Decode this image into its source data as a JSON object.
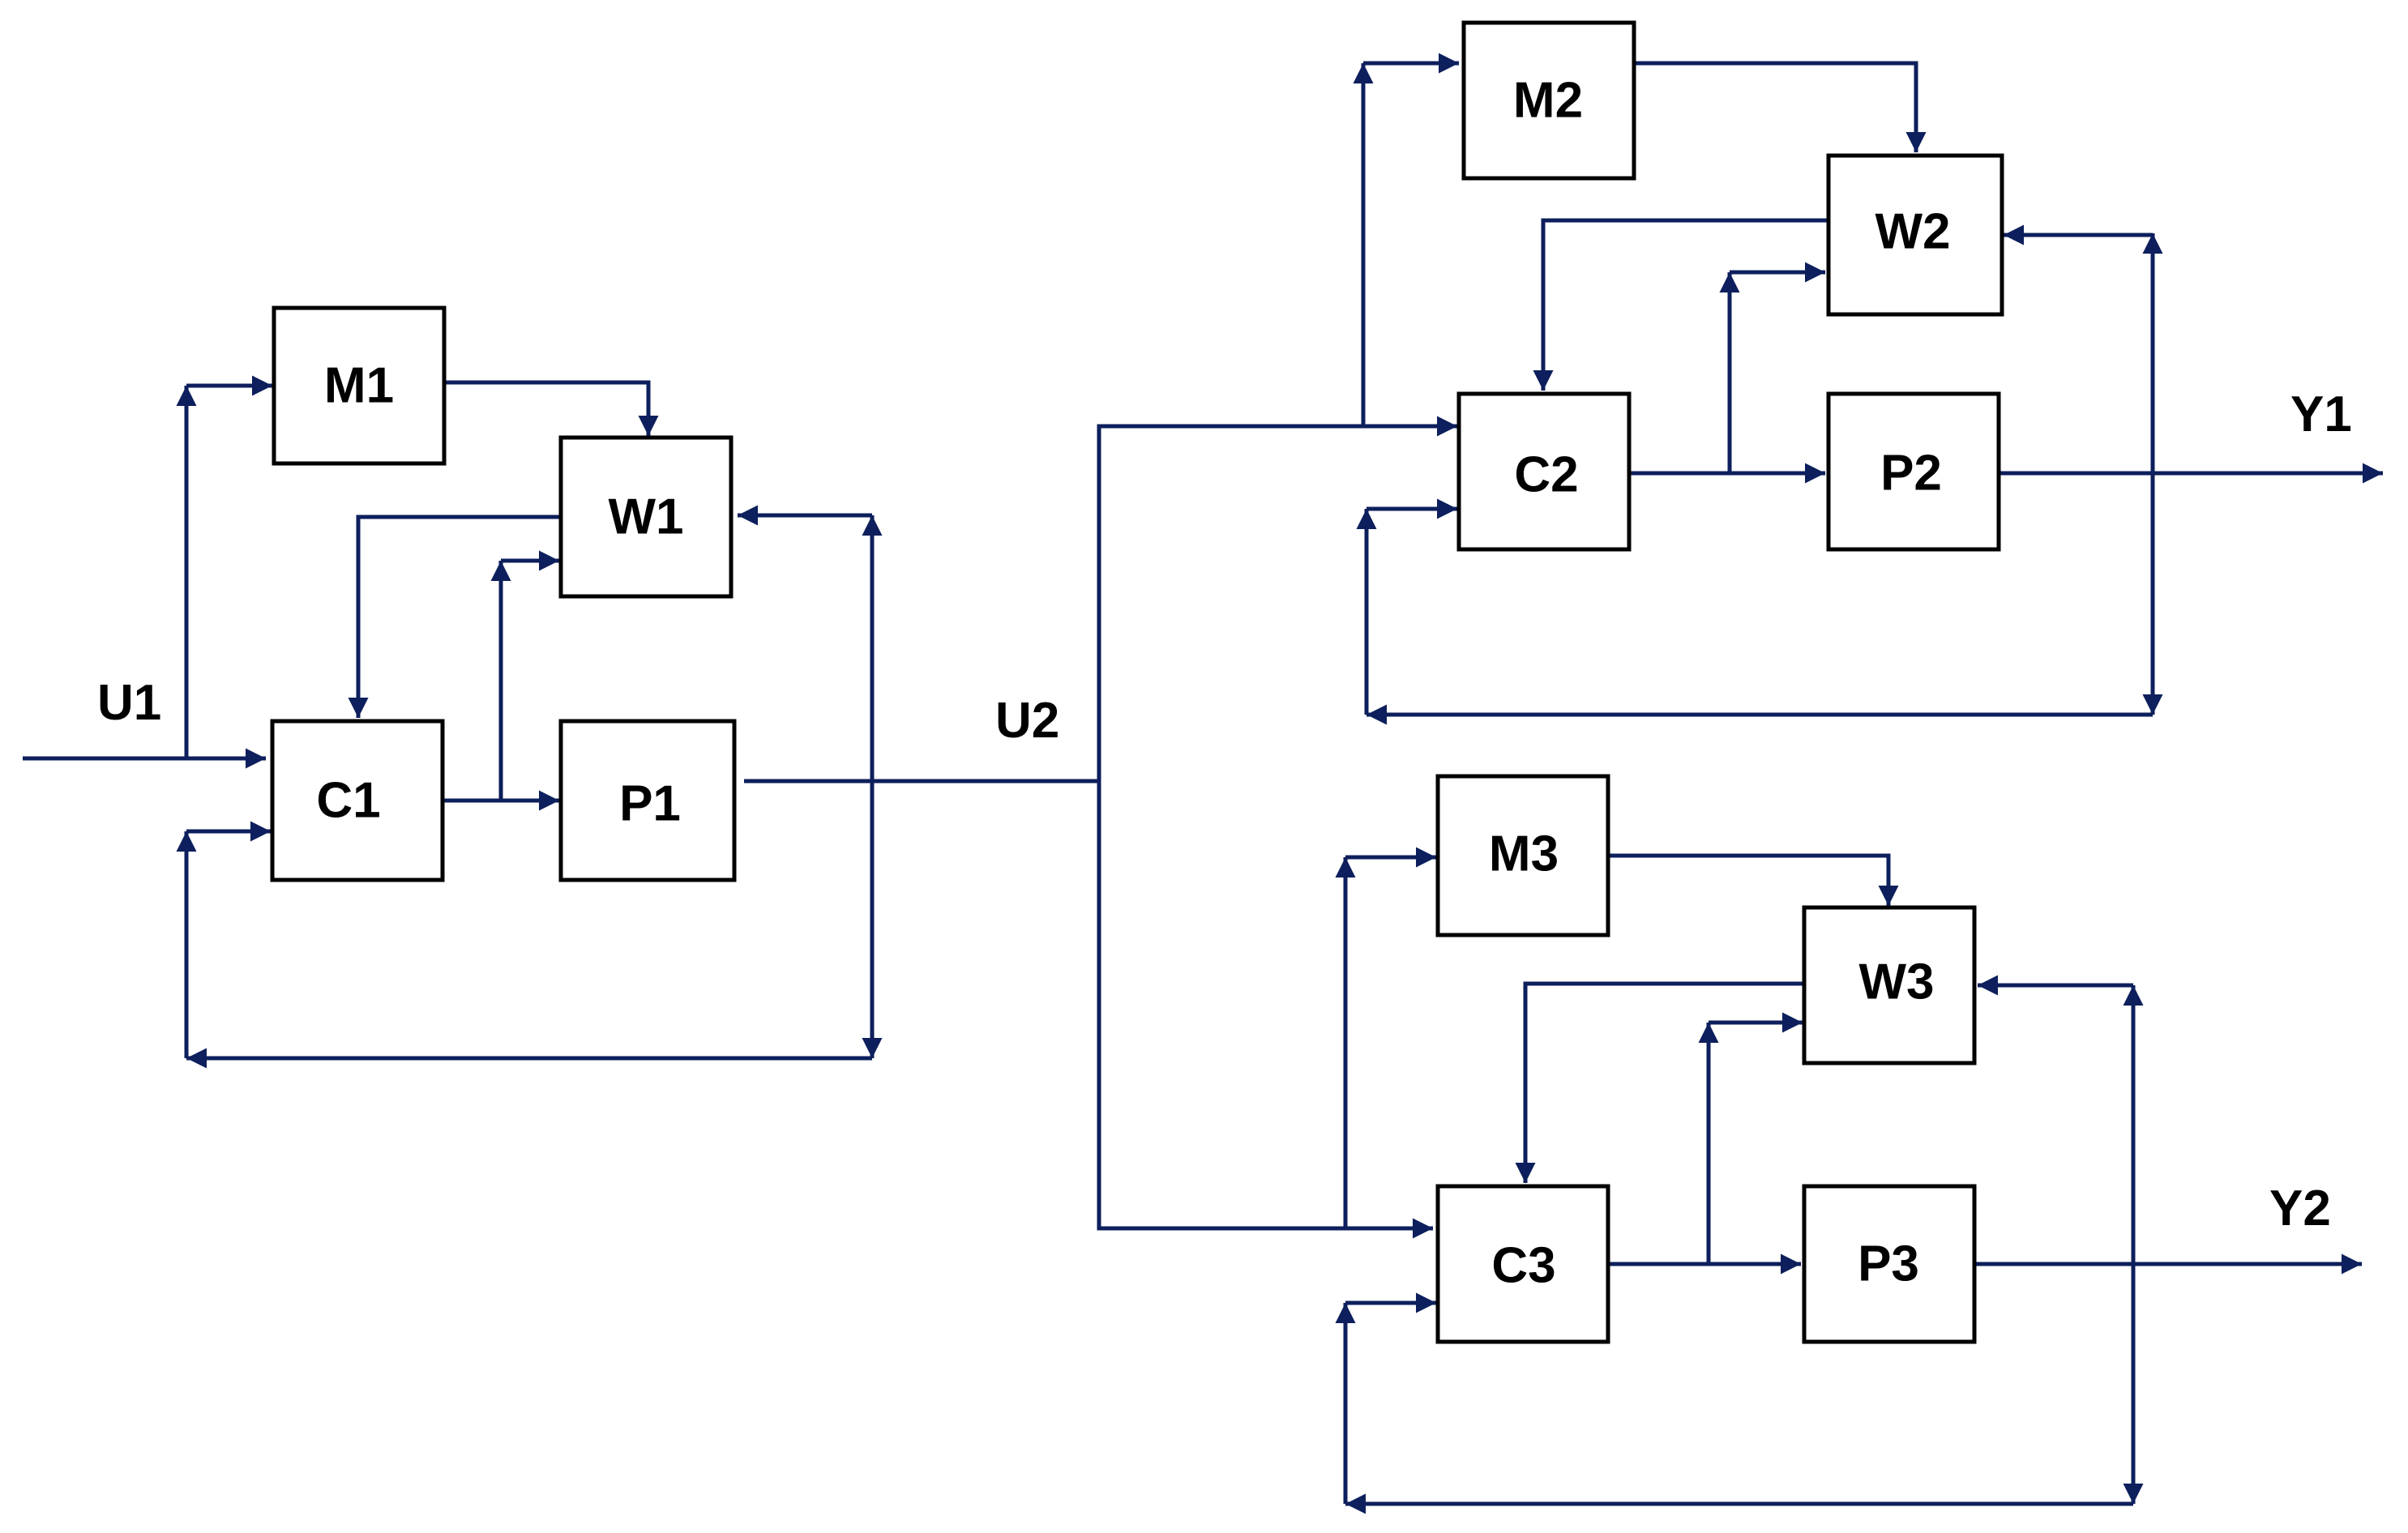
{
  "colors": {
    "wire": "#0d1f5c",
    "block_border": "#000000",
    "text": "#000000",
    "background": "#ffffff"
  },
  "blocks": {
    "m1": "M1",
    "w1": "W1",
    "c1": "C1",
    "p1": "P1",
    "m2": "M2",
    "w2": "W2",
    "c2": "C2",
    "p2": "P2",
    "m3": "M3",
    "w3": "W3",
    "c3": "C3",
    "p3": "P3"
  },
  "signals": {
    "u1": "U1",
    "u2": "U2",
    "y1": "Y1",
    "y2": "Y2"
  }
}
